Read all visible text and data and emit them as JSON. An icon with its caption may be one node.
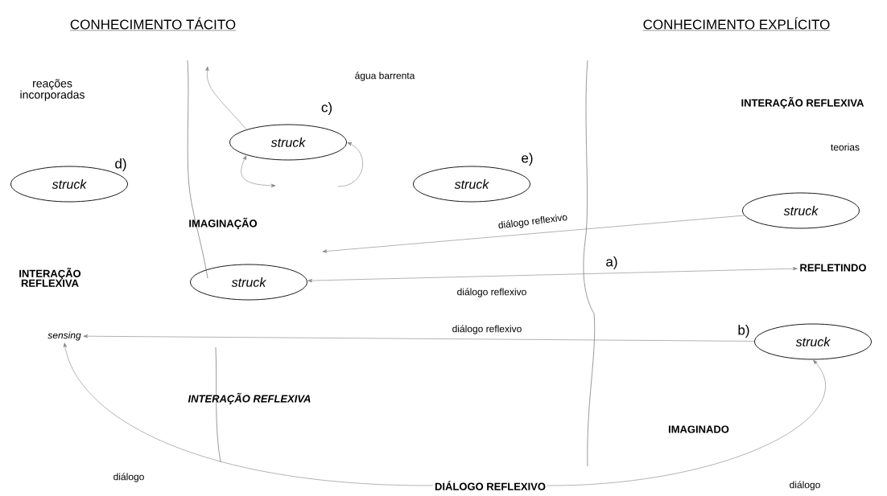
{
  "diagram": {
    "nodes": [
      {
        "text": [
          "struck"
        ],
        "beside": [
          "c)"
        ]
      },
      {
        "text": [
          "struck"
        ],
        "beside": [
          "d)"
        ]
      },
      {
        "text": [
          "struck"
        ],
        "beside": [
          "e)"
        ]
      },
      {
        "text": [
          "struck"
        ]
      },
      {
        "text": [
          "struck"
        ]
      },
      {
        "text": [
          "REFLETINDO"
        ]
      },
      {
        "text": [
          "struck"
        ],
        "beside": [
          "b)"
        ]
      },
      {
        "text": [
          "sensing"
        ]
      },
      {
        "text": [
          "DIÁLOGO REFLEXIVO"
        ]
      }
    ],
    "edges": [
      {
        "from": 3,
        "to": null,
        "arrow": "to",
        "label": "diálogo reflexivo"
      },
      {
        "from": 4,
        "to": 5,
        "arrow": "both",
        "label": "diálogo reflexivo"
      },
      {
        "from": 6,
        "to": 7,
        "arrow": "to",
        "label": "diálogo reflexivo"
      },
      {
        "from": 8,
        "to": 7,
        "arrow": "to",
        "label": "diálogo"
      },
      {
        "from": 8,
        "to": 6,
        "arrow": "to",
        "label": "diálogo"
      },
      {
        "from": 0,
        "to": null,
        "arrow": "to"
      },
      {
        "from": 0,
        "to": null,
        "arrow": "both"
      },
      {
        "from": null,
        "to": 0,
        "arrow": "to"
      }
    ],
    "labels": [
      "CONHECIMENTO TÁCITO",
      "CONHECIMENTO EXPLÍCITO",
      "água barrenta",
      "reações incorporadas",
      "INTERAÇÃO REFLEXIVA",
      "teorias",
      "IMAGINAÇÃO",
      "INTERAÇÃO REFLEXIVA",
      "a)",
      "INTERAÇÃO REFLEXIVA",
      "IMAGINADO"
    ]
  }
}
